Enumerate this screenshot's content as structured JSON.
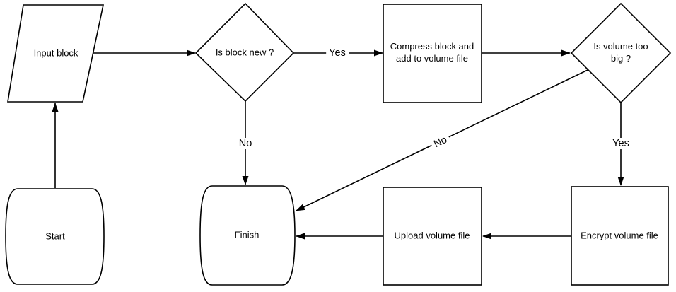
{
  "diagram": {
    "type": "flowchart",
    "background_color": "#ffffff",
    "stroke_color": "#000000",
    "text_color": "#000000",
    "nodes": [
      {
        "id": "input-block",
        "shape": "parallelogram",
        "label": "Input block"
      },
      {
        "id": "is-block-new",
        "shape": "diamond",
        "label": "Is block new ?"
      },
      {
        "id": "compress-block",
        "shape": "rectangle",
        "label": "Compress block and add to volume file"
      },
      {
        "id": "is-volume-too-big",
        "shape": "diamond",
        "label": "Is volume too big ?"
      },
      {
        "id": "start",
        "shape": "terminator",
        "label": "Start"
      },
      {
        "id": "finish",
        "shape": "terminator",
        "label": "Finish"
      },
      {
        "id": "upload-volume-file",
        "shape": "rectangle",
        "label": "Upload volume file"
      },
      {
        "id": "encrypt-volume-file",
        "shape": "rectangle",
        "label": "Encrypt volume file"
      }
    ],
    "edges": [
      {
        "from": "start",
        "to": "input-block",
        "label": ""
      },
      {
        "from": "input-block",
        "to": "is-block-new",
        "label": ""
      },
      {
        "from": "is-block-new",
        "to": "compress-block",
        "label": "Yes"
      },
      {
        "from": "is-block-new",
        "to": "finish",
        "label": "No"
      },
      {
        "from": "compress-block",
        "to": "is-volume-too-big",
        "label": ""
      },
      {
        "from": "is-volume-too-big",
        "to": "encrypt-volume-file",
        "label": "Yes"
      },
      {
        "from": "is-volume-too-big",
        "to": "finish",
        "label": "No"
      },
      {
        "from": "encrypt-volume-file",
        "to": "upload-volume-file",
        "label": ""
      },
      {
        "from": "upload-volume-file",
        "to": "finish",
        "label": ""
      }
    ]
  }
}
